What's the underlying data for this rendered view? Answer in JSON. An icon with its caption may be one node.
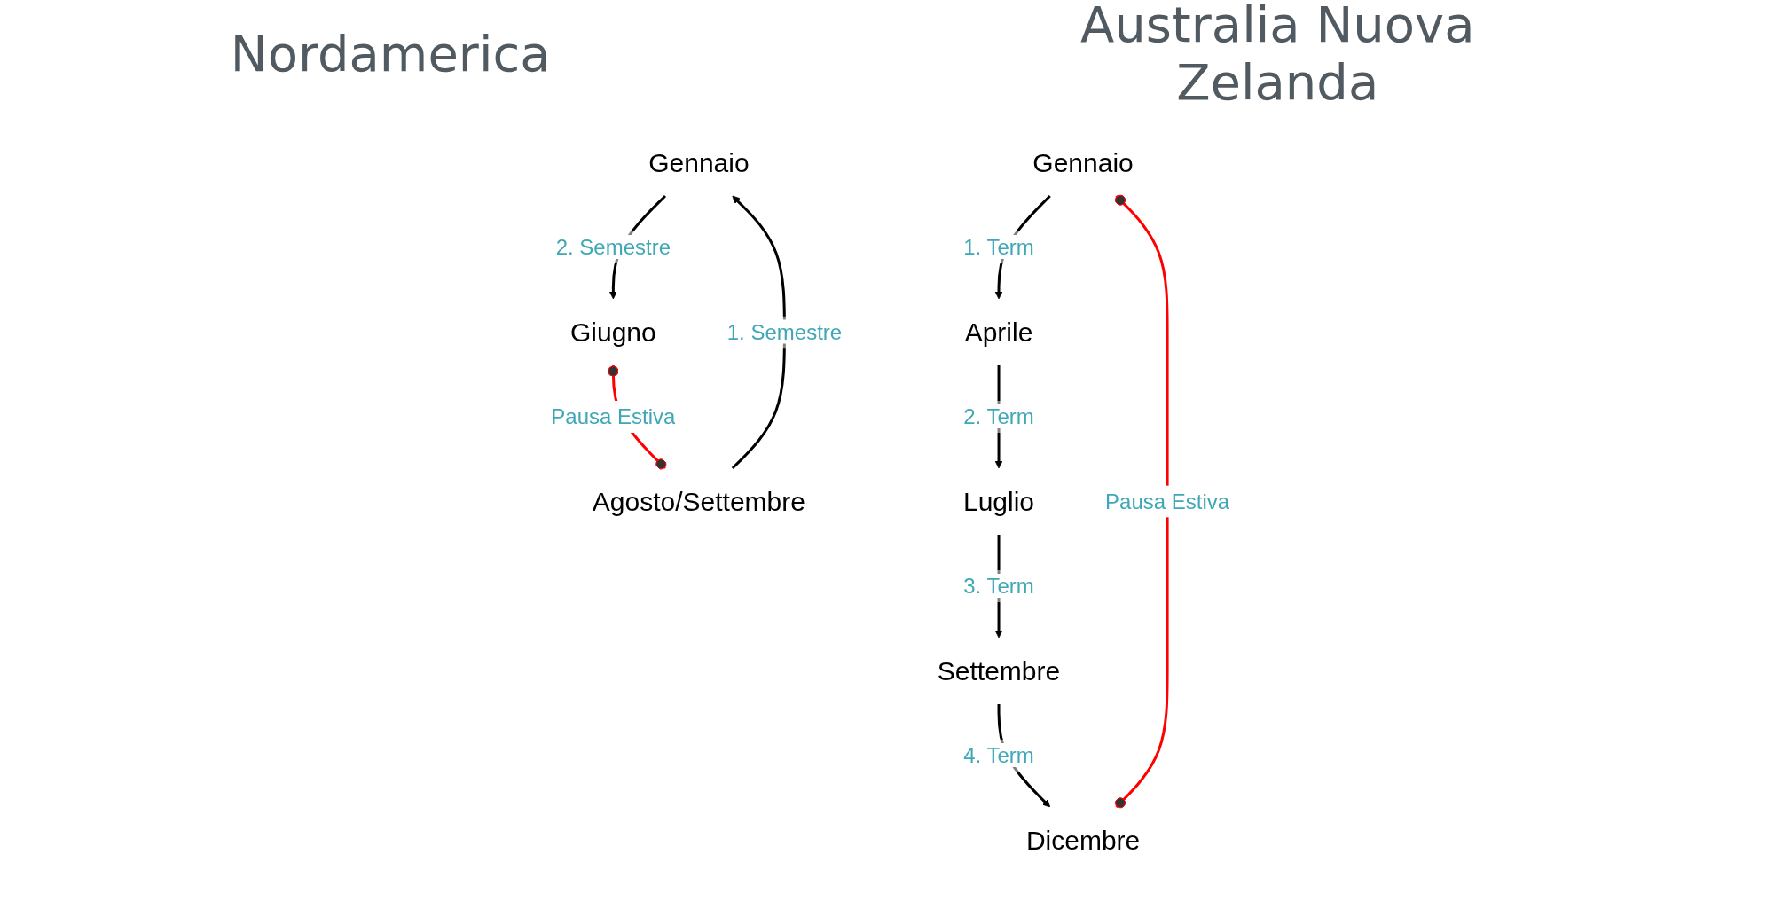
{
  "diagram": {
    "nodes": [
      {
        "text": [
          "Gennaio"
        ]
      },
      {
        "text": [
          "Giugno"
        ]
      },
      {
        "text": [
          "Agosto/Settembre"
        ]
      },
      {
        "text": [
          "Gennaio"
        ]
      },
      {
        "text": [
          "Aprile"
        ]
      },
      {
        "text": [
          "Luglio"
        ]
      },
      {
        "text": [
          "Settembre"
        ]
      },
      {
        "text": [
          "Dicembre"
        ]
      }
    ],
    "edges": [
      {
        "from": 2,
        "to": 0,
        "arrow": "to",
        "label": "1. Semestre"
      },
      {
        "from": 0,
        "to": 1,
        "arrow": "to",
        "label": "2. Semestre"
      },
      {
        "from": 1,
        "to": 2,
        "arrow": "other",
        "label": "Pausa Estiva",
        "color": "#ff0000"
      },
      {
        "from": 3,
        "to": 4,
        "arrow": "to",
        "label": "1. Term"
      },
      {
        "from": 4,
        "to": 5,
        "arrow": "to",
        "label": "2. Term"
      },
      {
        "from": 5,
        "to": 6,
        "arrow": "to",
        "label": "3. Term"
      },
      {
        "from": 6,
        "to": 7,
        "arrow": "to",
        "label": "4. Term"
      },
      {
        "from": 7,
        "to": 3,
        "arrow": "other",
        "label": "Pausa Estiva",
        "color": "#ff0000"
      }
    ],
    "labels": [
      "Nordamerica",
      "Australia Nuova Zelanda"
    ]
  }
}
